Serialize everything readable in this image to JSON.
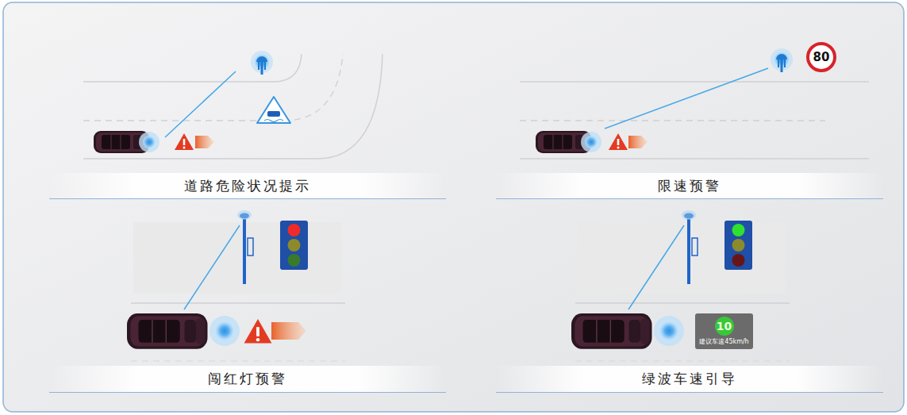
{
  "diagram": {
    "nodes": [
      {
        "text": [
          "道路危险状况提示"
        ]
      },
      {
        "text": [
          "80"
        ]
      },
      {
        "text": [
          "限速预警"
        ]
      },
      {
        "text": [
          "闯红灯预警"
        ]
      },
      {
        "text": [
          "10",
          "建议车速45km/h"
        ]
      },
      {
        "text": [
          "绿波车速引导"
        ]
      }
    ]
  }
}
